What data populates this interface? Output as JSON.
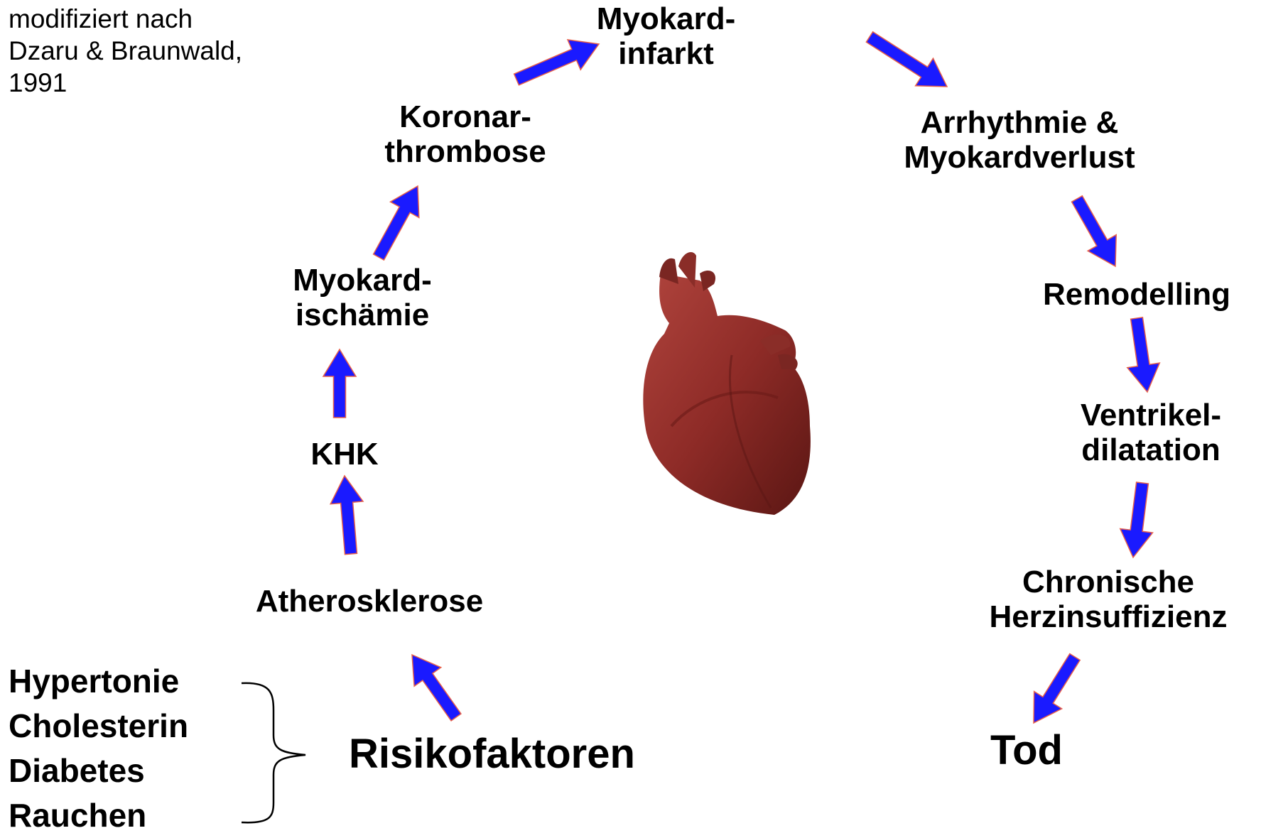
{
  "source_note": {
    "line1": "modifiziert nach",
    "line2": "Dzaru & Braunwald,",
    "line3": "1991"
  },
  "nodes": {
    "myokardinfarkt": {
      "line1": "Myokard-",
      "line2": "infarkt"
    },
    "koronarthrombose": {
      "line1": "Koronar-",
      "line2": "thrombose"
    },
    "arrhythmie": {
      "line1": "Arrhythmie &",
      "line2": "Myokardverlust"
    },
    "myokardischaemie": {
      "line1": "Myokard-",
      "line2": "ischämie"
    },
    "remodelling": {
      "line1": "Remodelling"
    },
    "ventrikeldilatation": {
      "line1": "Ventrikel-",
      "line2": "dilatation"
    },
    "khk": {
      "line1": "KHK"
    },
    "chronische_herzinsuffizienz": {
      "line1": "Chronische",
      "line2": "Herzinsuffizienz"
    },
    "atherosklerose": {
      "line1": "Atherosklerose"
    },
    "risikofaktoren": {
      "line1": "Risikofaktoren"
    },
    "tod": {
      "line1": "Tod"
    }
  },
  "risk_factors": [
    "Hypertonie",
    "Cholesterin",
    "Diabetes",
    "Rauchen"
  ],
  "colors": {
    "arrow_fill": "#1a1aff",
    "arrow_outline": "#e8604a",
    "heart": "#8e2b27"
  },
  "icons": {
    "center_image": "heart-illustration-icon",
    "brace": "curly-brace-icon"
  }
}
